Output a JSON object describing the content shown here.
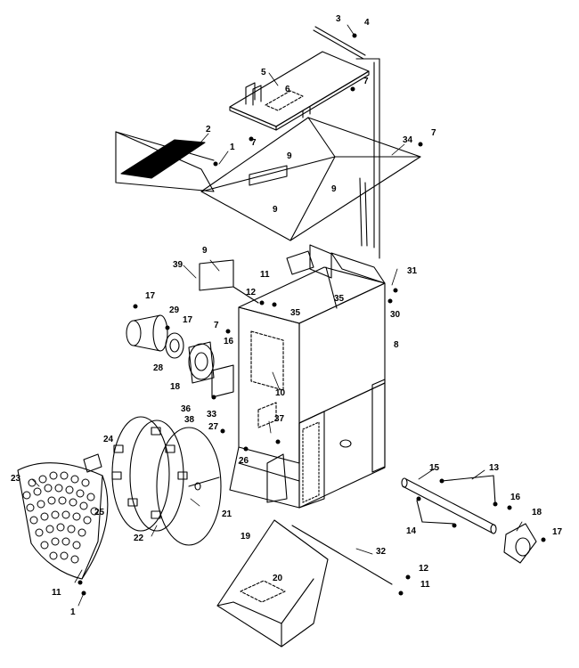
{
  "diagram": {
    "type": "exploded parts diagram",
    "colors": {
      "line": "#000000",
      "background": "#ffffff"
    },
    "callouts": [
      "1",
      "2",
      "3",
      "4",
      "5",
      "6",
      "7",
      "8",
      "9",
      "10",
      "11",
      "12",
      "13",
      "14",
      "15",
      "16",
      "17",
      "18",
      "19",
      "20",
      "21",
      "22",
      "23",
      "24",
      "25",
      "26",
      "27",
      "28",
      "29",
      "30",
      "31",
      "32",
      "33",
      "34",
      "35",
      "36",
      "37",
      "38",
      "39"
    ]
  }
}
